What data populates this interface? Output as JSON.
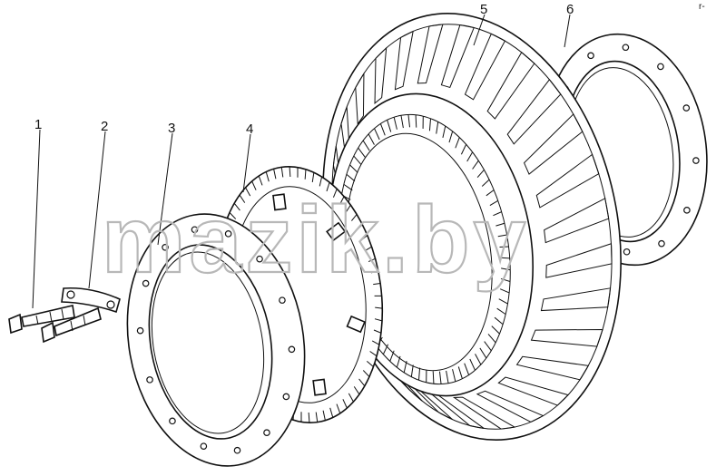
{
  "diagram": {
    "callouts": [
      "1",
      "2",
      "3",
      "4",
      "5",
      "6"
    ],
    "watermark": "mazik.by",
    "corner_mark": "r-",
    "colors": {
      "line": "#111111",
      "watermark": "#b8b8b8",
      "background": "#ffffff"
    }
  }
}
